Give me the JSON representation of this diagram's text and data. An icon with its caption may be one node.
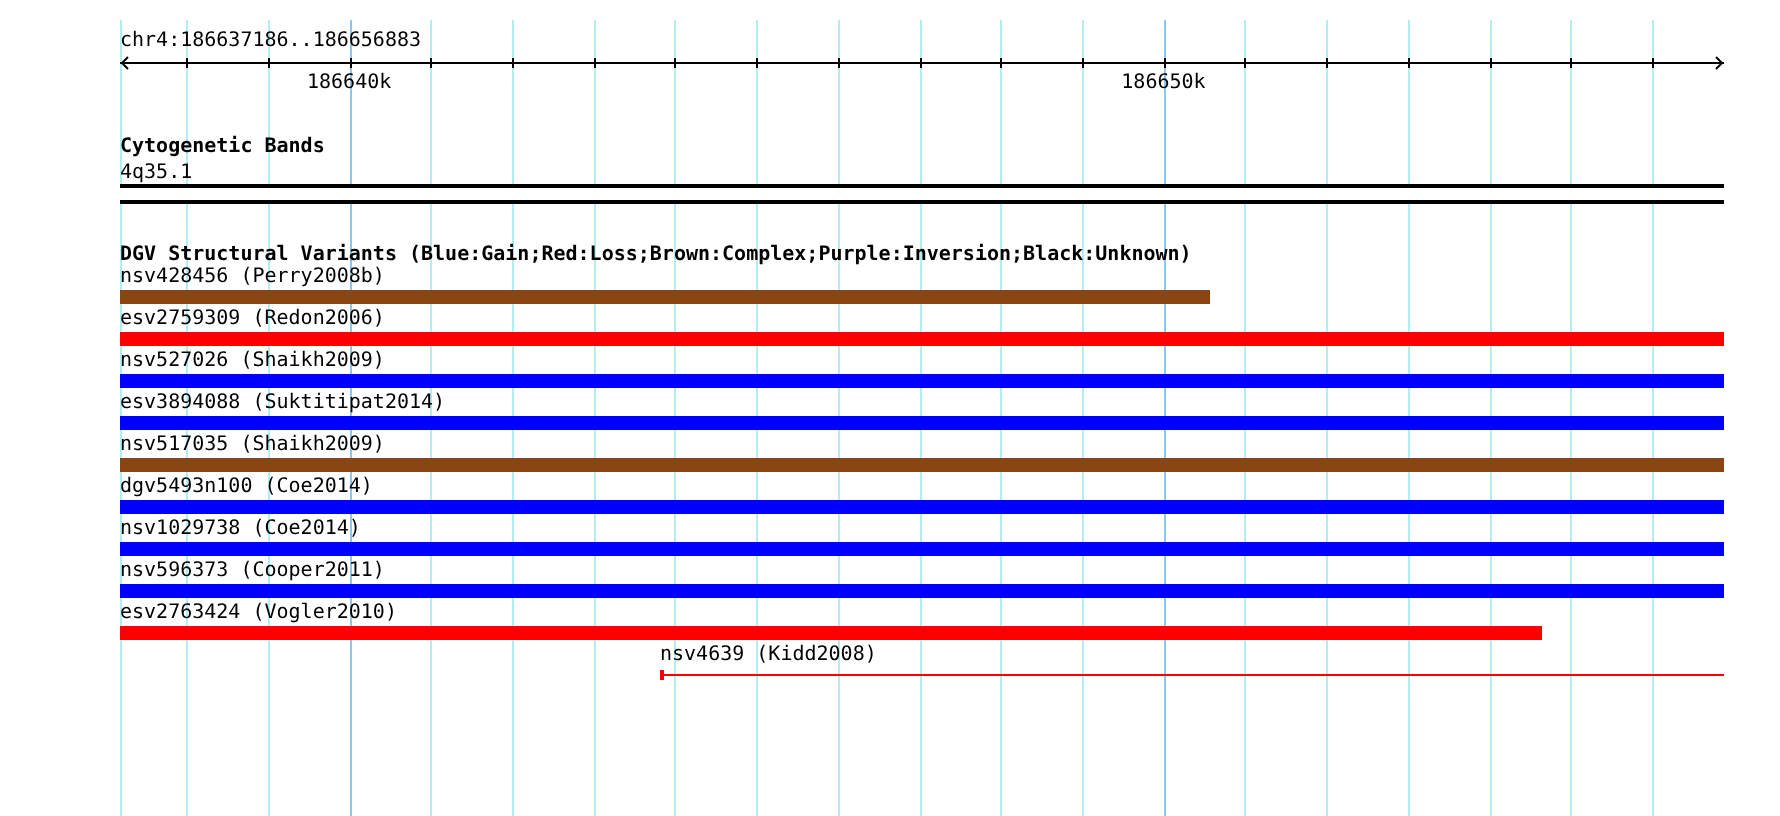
{
  "diagram": {
    "title": "chr4:186637186..186656883",
    "nodes": [
      {
        "text": [
          "4q35.1"
        ]
      },
      {
        "text": [
          "nsv428456 (Perry2008b)"
        ]
      },
      {
        "text": [
          "esv2759309 (Redon2006)"
        ]
      },
      {
        "text": [
          "nsv527026 (Shaikh2009)"
        ]
      },
      {
        "text": [
          "esv3894088 (Suktitipat2014)"
        ]
      },
      {
        "text": [
          "nsv517035 (Shaikh2009)"
        ]
      },
      {
        "text": [
          "dgv5493n100 (Coe2014)"
        ]
      },
      {
        "text": [
          "nsv1029738 (Coe2014)"
        ]
      },
      {
        "text": [
          "nsv596373 (Cooper2011)"
        ]
      },
      {
        "text": [
          "esv2763424 (Vogler2010)"
        ]
      },
      {
        "text": [
          "nsv4639 (Kidd2008)"
        ]
      }
    ],
    "edges": [],
    "labels": [
      "186640k",
      "186650k",
      "Cytogenetic Bands",
      "DGV Structural Variants (Blue:Gain;Red:Loss;Brown:Complex;Purple:Inversion;Black:Unknown)"
    ]
  }
}
